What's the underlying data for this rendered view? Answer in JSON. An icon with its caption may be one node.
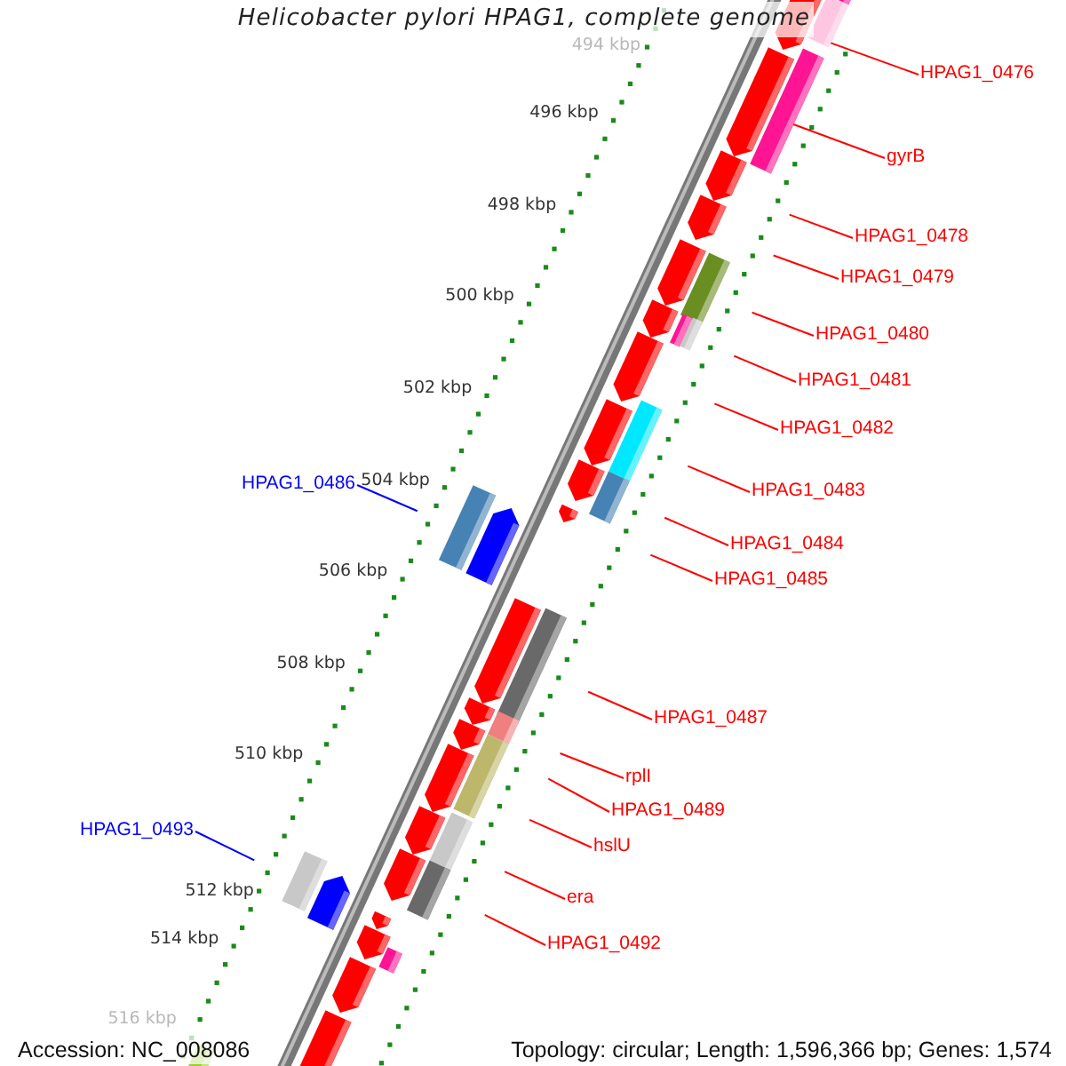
{
  "diagram": {
    "title": "Helicobacter pylori HPAG1, complete genome",
    "nodes": [
      {
        "text": [
          "HPAG1_0476"
        ]
      },
      {
        "text": [
          "gyrB"
        ]
      },
      {
        "text": [
          "HPAG1_0478"
        ]
      },
      {
        "text": [
          "HPAG1_0479"
        ]
      },
      {
        "text": [
          "HPAG1_0480"
        ]
      },
      {
        "text": [
          "HPAG1_0481"
        ]
      },
      {
        "text": [
          "HPAG1_0482"
        ]
      },
      {
        "text": [
          "HPAG1_0483"
        ]
      },
      {
        "text": [
          "HPAG1_0484"
        ]
      },
      {
        "text": [
          "HPAG1_0485"
        ]
      },
      {
        "text": [
          "HPAG1_0486"
        ]
      },
      {
        "text": [
          "HPAG1_0487"
        ]
      },
      {
        "text": [
          "rplI"
        ]
      },
      {
        "text": [
          "HPAG1_0489"
        ]
      },
      {
        "text": [
          "hslU"
        ]
      },
      {
        "text": [
          "era"
        ]
      },
      {
        "text": [
          "HPAG1_0492"
        ]
      },
      {
        "text": [
          "HPAG1_0493"
        ]
      },
      {
        "text": [],
        "shape": "bar"
      },
      {
        "text": [],
        "shape": "bar"
      }
    ],
    "edges": [
      {
        "from": 0,
        "to": 18,
        "arrow": "none"
      },
      {
        "from": 1,
        "to": 19,
        "arrow": "none"
      },
      {
        "from": 2,
        "to": null,
        "arrow": "none"
      },
      {
        "from": 3,
        "to": null,
        "arrow": "none"
      },
      {
        "from": 4,
        "to": null,
        "arrow": "none"
      },
      {
        "from": 5,
        "to": null,
        "arrow": "none"
      },
      {
        "from": 6,
        "to": null,
        "arrow": "none"
      },
      {
        "from": 7,
        "to": null,
        "arrow": "none"
      },
      {
        "from": 8,
        "to": null,
        "arrow": "none"
      },
      {
        "from": 9,
        "to": null,
        "arrow": "none"
      },
      {
        "from": 10,
        "to": null,
        "arrow": "none",
        "color": "#0000ff"
      },
      {
        "from": 11,
        "to": null,
        "arrow": "none"
      },
      {
        "from": 12,
        "to": null,
        "arrow": "none"
      },
      {
        "from": 13,
        "to": null,
        "arrow": "none"
      },
      {
        "from": 14,
        "to": null,
        "arrow": "none"
      },
      {
        "from": 15,
        "to": null,
        "arrow": "none"
      },
      {
        "from": 16,
        "to": null,
        "arrow": "none"
      },
      {
        "from": 17,
        "to": null,
        "arrow": "none",
        "color": "#0000ff"
      }
    ],
    "labels": [
      "494 kbp",
      "496 kbp",
      "498 kbp",
      "500 kbp",
      "502 kbp",
      "504 kbp",
      "506 kbp",
      "508 kbp",
      "510 kbp",
      "512 kbp",
      "514 kbp",
      "516 kbp",
      "Accession: NC_008086",
      "Topology: circular; Length: 1,596,366 bp; Genes: 1,574"
    ]
  }
}
